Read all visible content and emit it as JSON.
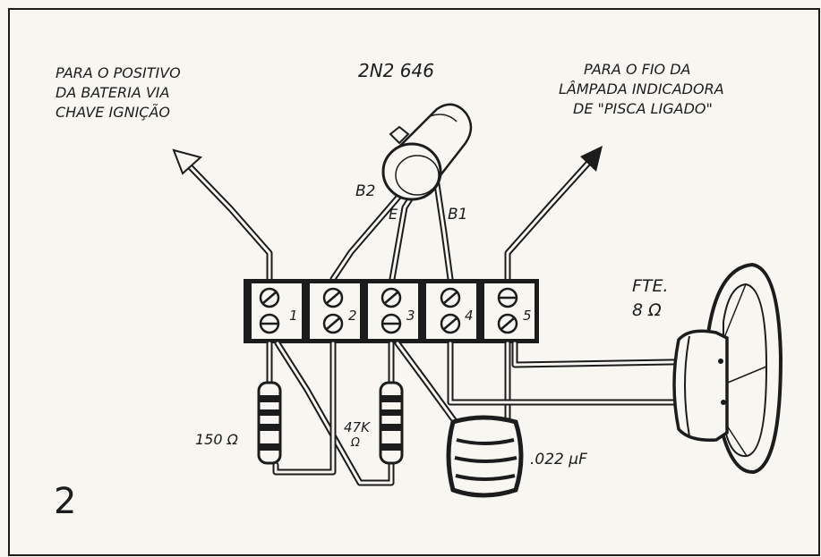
{
  "figure": {
    "number": "2"
  },
  "labels": {
    "left_arrow": [
      "PARA O POSITIVO",
      "DA BATERIA VIA",
      "CHAVE IGNIÇÃO"
    ],
    "right_arrow": [
      "PARA O FIO DA",
      "LÂMPADA INDICADORA",
      "DE \"PISCA LIGADO\""
    ],
    "transistor": "2N2 646",
    "pin_b2": "B2",
    "pin_e": "E",
    "pin_b1": "B1",
    "speaker": [
      "FTE.",
      "8 Ω"
    ],
    "resistor_1": "150 Ω",
    "resistor_2": [
      "47K",
      "Ω"
    ],
    "capacitor": ".022 μF"
  },
  "terminal_strip": {
    "terminals": [
      "1",
      "2",
      "3",
      "4",
      "5"
    ]
  },
  "colors": {
    "ink": "#1c1c1c",
    "paper": "#f7f6f1"
  }
}
